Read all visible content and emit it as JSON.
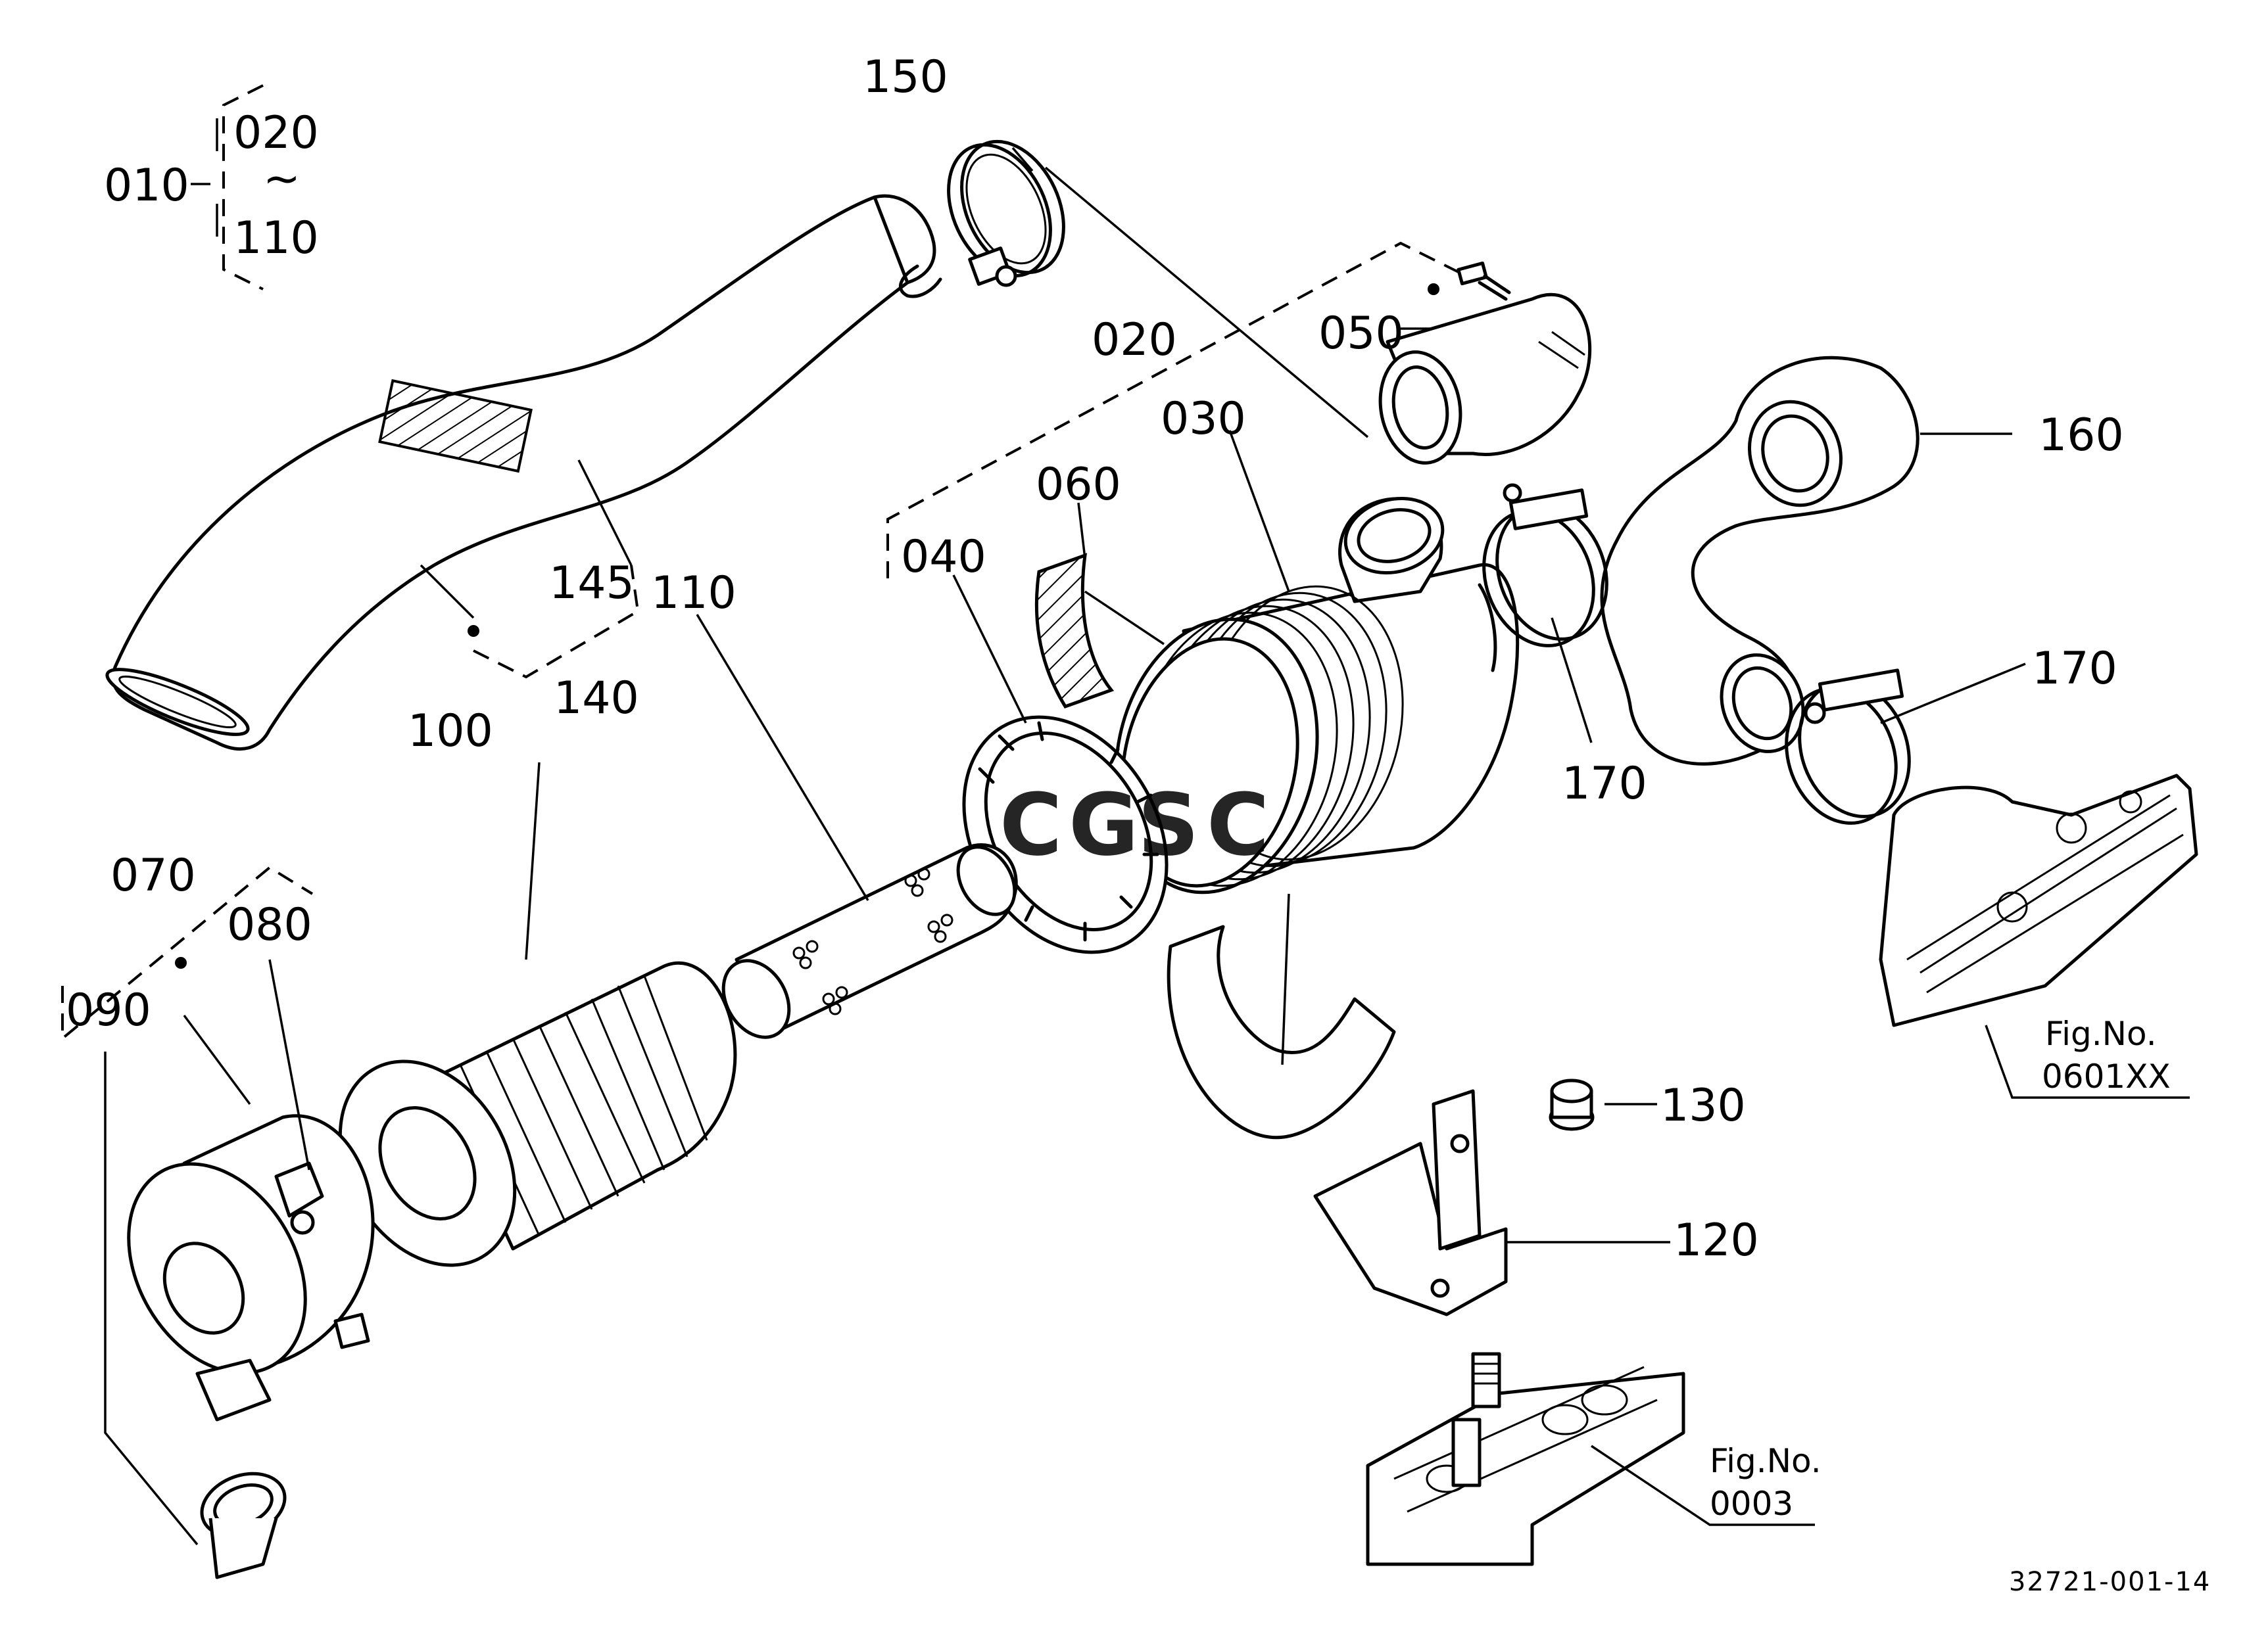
{
  "labels": {
    "p010": "010",
    "p020a": "020",
    "tilde": "~",
    "p110a": "110",
    "p020": "020",
    "p030": "030",
    "p040": "040",
    "p050": "050",
    "p060": "060",
    "p070": "070",
    "p080": "080",
    "p090": "090",
    "p100": "100",
    "p110": "110",
    "p120": "120",
    "p130": "130",
    "p140": "140",
    "p145": "145",
    "p150": "150",
    "p160": "160",
    "p170a": "170",
    "p170b": "170"
  },
  "figrefs": {
    "fig1_title": "Fig.No.",
    "fig1_num": "0601XX",
    "fig2_title": "Fig.No.",
    "fig2_num": "0003"
  },
  "doc_number": "32721-001-14",
  "watermark": {
    "letters": [
      "C",
      "G",
      "S",
      "C"
    ],
    "colors": [
      "#4A8FE8",
      "#E8504A",
      "#F2B72F",
      "#3FB36A"
    ]
  }
}
